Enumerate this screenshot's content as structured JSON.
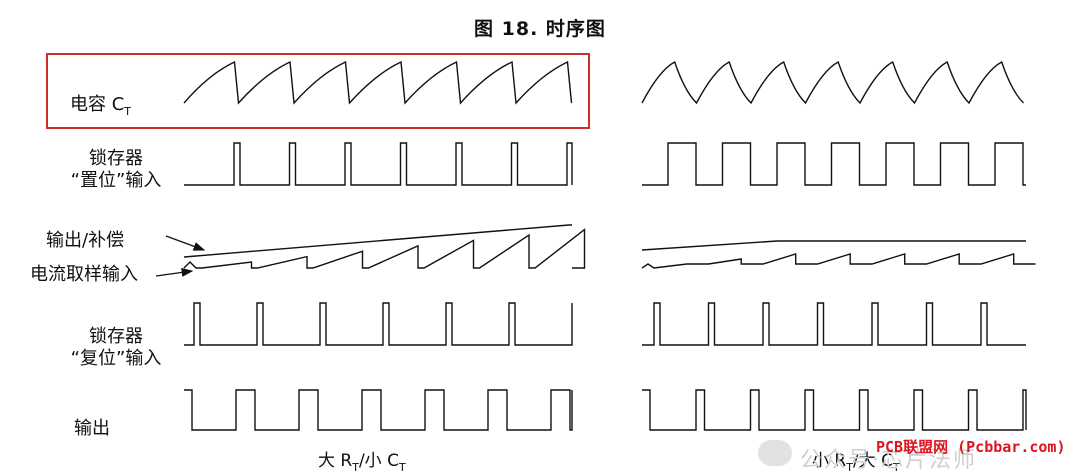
{
  "title": "图 18. 时序图",
  "labels": {
    "ct_main": "电容 C",
    "ct_sub": "T",
    "latch_set_1": "锁存器",
    "latch_set_2": "“置位”输入",
    "comp_output": "输出/补偿",
    "current_sense": "电流取样输入",
    "latch_reset_1": "锁存器",
    "latch_reset_2": "“复位”输入",
    "output": "输出"
  },
  "captions": {
    "left_main": "大 R",
    "left_sub": "T",
    "left_mid": "/小 C",
    "left_sub2": "T",
    "right_main": "小 R",
    "right_sub": "T",
    "right_mid": "/大 C",
    "right_sub2": "T"
  },
  "watermark": {
    "text": "公众号·芯片法师",
    "site": "PCB联盟网 (Pcbbar.com)"
  },
  "colors": {
    "highlight_box": "#c9302c",
    "trace": "#111111",
    "watermark_site": "#e0141e"
  },
  "diagram": {
    "left_cycles": 7,
    "right_cycles": 7
  }
}
